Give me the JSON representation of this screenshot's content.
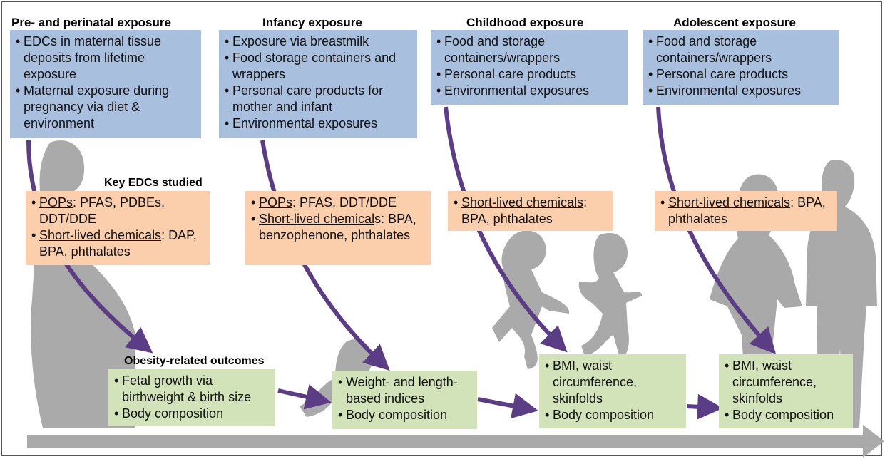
{
  "stages": [
    {
      "title": "Pre- and perinatal exposure",
      "sources": [
        "EDCs in maternal tissue deposits from lifetime exposure",
        "Maternal exposure during pregnancy via diet & environment"
      ],
      "chemicals": [
        {
          "term": "POPs",
          "rest": ": PFAS, PDBEs, DDT/DDE"
        },
        {
          "term": "Short-lived chemicals",
          "rest": ": DAP, BPA, phthalates"
        }
      ],
      "outcomes": [
        "Fetal growth via birthweight & birth size",
        "Body composition"
      ]
    },
    {
      "title": "Infancy exposure",
      "sources": [
        "Exposure via breastmilk",
        "Food storage containers and wrappers",
        "Personal care products for mother and infant",
        "Environmental exposures"
      ],
      "chemicals": [
        {
          "term": "POPs",
          "rest": ": PFAS, DDT/DDE"
        },
        {
          "term": "Short-lived chemical",
          "rest": "s: BPA, benzophenone, phthalates"
        }
      ],
      "outcomes": [
        "Weight- and length-based indices",
        "Body composition"
      ]
    },
    {
      "title": "Childhood exposure",
      "sources": [
        "Food and storage containers/wrappers",
        "Personal care products",
        "Environmental exposures"
      ],
      "chemicals": [
        {
          "term": "Short-lived chemicals",
          "rest": ": BPA, phthalates"
        }
      ],
      "outcomes": [
        "BMI, waist circumference, skinfolds",
        "Body composition"
      ]
    },
    {
      "title": "Adolescent exposure",
      "sources": [
        "Food and storage containers/wrappers",
        "Personal care products",
        "Environmental exposures"
      ],
      "chemicals": [
        {
          "term": "Short-lived chemicals",
          "rest": ": BPA, phthalates"
        }
      ],
      "outcomes": [
        "BMI, waist circumference, skinfolds",
        "Body composition"
      ]
    }
  ],
  "labels": {
    "key_edcs": "Key EDCs studied",
    "outcomes": "Obesity-related outcomes"
  },
  "colors": {
    "source_box": "#a8c0de",
    "chemical_box": "#fbcfab",
    "outcome_box": "#d3e3b9",
    "arrow": "#5a3d85",
    "timeline": "#aaaaaa",
    "silhouette": "#9b9b9b"
  }
}
